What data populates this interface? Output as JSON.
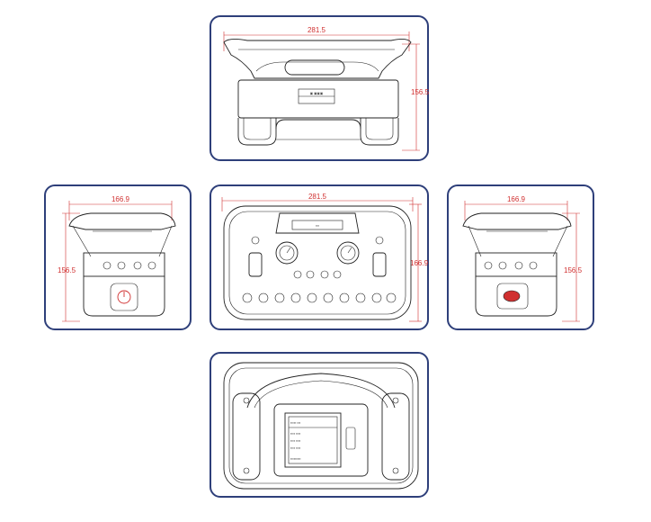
{
  "colors": {
    "panel_border": "#2e3f7a",
    "dimension": "#d03030",
    "line": "#222222"
  },
  "views": {
    "top": {
      "width": "281.5",
      "height": "156.5"
    },
    "left": {
      "width": "166.9",
      "height": "156.5"
    },
    "front": {
      "width": "281.5",
      "height": "166.9"
    },
    "right": {
      "width": "166.9",
      "height": "156.5"
    },
    "bottom": {}
  },
  "icons": [
    "power-icon",
    "emergency-stop-icon"
  ]
}
